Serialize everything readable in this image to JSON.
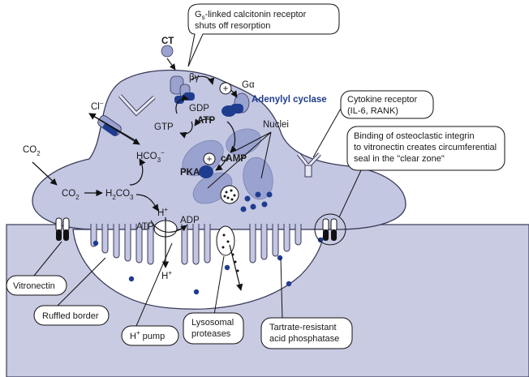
{
  "colors": {
    "bone": "#c9cbe3",
    "cell": "#c3c7e2",
    "organelle": "#9aa3cf",
    "dark_blue": "#1f3d8f",
    "outline": "#3a3a5a"
  },
  "labels": {
    "ct": "CT",
    "beta_gamma": "βγ",
    "g_alpha": "Gα",
    "gdp": "GDP",
    "gtp": "GTP",
    "atp_top": "ATP",
    "camp": "cAMP",
    "pka": "PKA",
    "adenylyl_cyclase": "Adenylyl cyclase",
    "nuclei": "Nuclei",
    "chloride": "Cl",
    "chloride_sup": "−",
    "co2_outside": "CO",
    "co2_inside": "CO",
    "sub2": "2",
    "h2co3_a": "H",
    "h2co3_b": "CO",
    "h2co3_sub2": "2",
    "h2co3_sub3": "3",
    "hco3_a": "HCO",
    "hco3_sub": "3",
    "hco3_sup": "−",
    "h_plus_top": "H",
    "h_plus_bottom": "H",
    "plus_sup": "+",
    "atp_pump": "ATP",
    "adp_pump": "ADP",
    "plus_sign": "+"
  },
  "callouts": {
    "gs_receptor_line1_a": "G",
    "gs_receptor_line1_sub": "s",
    "gs_receptor_line1_b": "-linked calcitonin receptor",
    "gs_receptor_line2": "shuts off resorption",
    "cytokine_line1": "Cytokine receptor",
    "cytokine_line2": "(IL-6, RANK)",
    "integrin_line1": "Binding of osteoclastic integrin",
    "integrin_line2": "to vitronectin creates circumferential",
    "integrin_line3": "seal in the \"clear zone\"",
    "vitronectin": "Vitronectin",
    "ruffled_border": "Ruffled border",
    "h_pump_a": "H",
    "h_pump_sup": "+",
    "h_pump_b": " pump",
    "lysosomal_line1": "Lysosomal",
    "lysosomal_line2": "proteases",
    "tartrate_line1": "Tartrate-resistant",
    "tartrate_line2": "acid phosphatase"
  }
}
